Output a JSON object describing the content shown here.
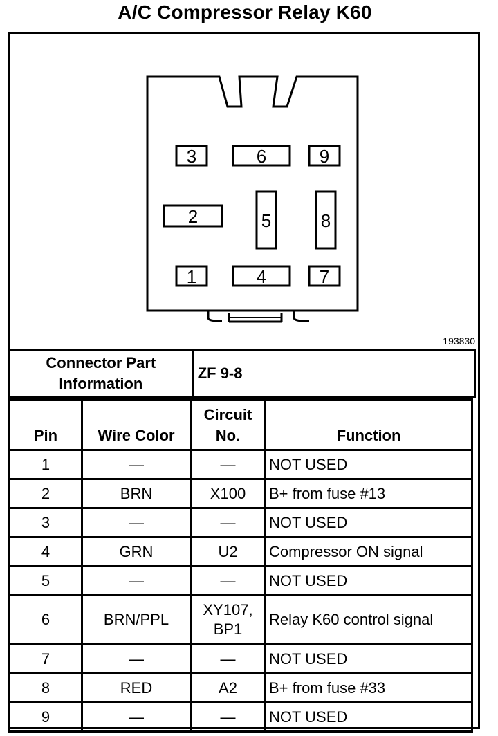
{
  "title": "A/C Compressor Relay K60",
  "figure_id": "193830",
  "connector_diagram": {
    "pin_labels": [
      "1",
      "2",
      "3",
      "4",
      "5",
      "6",
      "7",
      "8",
      "9"
    ]
  },
  "connector_info": {
    "label_line1": "Connector Part",
    "label_line2": "Information",
    "value": "ZF 9-8"
  },
  "table": {
    "headers": {
      "pin": "Pin",
      "wire_color": "Wire Color",
      "circuit_line1": "Circuit",
      "circuit_line2": "No.",
      "function": "Function"
    },
    "rows": [
      {
        "pin": "1",
        "wire": "—",
        "circuit": "—",
        "circuit2": "",
        "function": "NOT USED"
      },
      {
        "pin": "2",
        "wire": "BRN",
        "circuit": "X100",
        "circuit2": "",
        "function": "B+ from fuse #13"
      },
      {
        "pin": "3",
        "wire": "—",
        "circuit": "—",
        "circuit2": "",
        "function": "NOT USED"
      },
      {
        "pin": "4",
        "wire": "GRN",
        "circuit": "U2",
        "circuit2": "",
        "function": "Compressor ON signal"
      },
      {
        "pin": "5",
        "wire": "—",
        "circuit": "—",
        "circuit2": "",
        "function": "NOT USED"
      },
      {
        "pin": "6",
        "wire": "BRN/PPL",
        "circuit": "XY107,",
        "circuit2": "BP1",
        "function": "Relay K60 control signal"
      },
      {
        "pin": "7",
        "wire": "—",
        "circuit": "—",
        "circuit2": "",
        "function": "NOT USED"
      },
      {
        "pin": "8",
        "wire": "RED",
        "circuit": "A2",
        "circuit2": "",
        "function": "B+ from fuse #33"
      },
      {
        "pin": "9",
        "wire": "—",
        "circuit": "—",
        "circuit2": "",
        "function": "NOT USED"
      }
    ]
  }
}
